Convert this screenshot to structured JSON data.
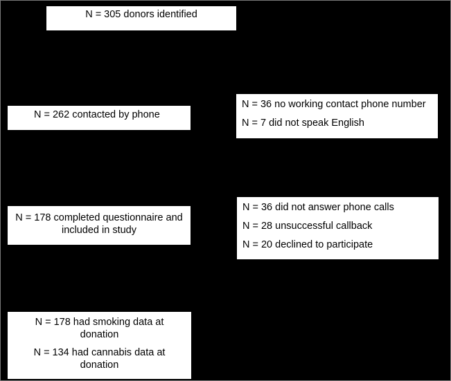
{
  "flowchart": {
    "donors_identified": "N = 305 donors identified",
    "contacted": "N = 262 contacted by phone",
    "excluded_first": [
      "N = 36 no working contact phone number",
      "N = 7 did not speak English"
    ],
    "completed": [
      "N = 178 completed questionnaire and",
      "included in study"
    ],
    "excluded_second": [
      "N = 36 did not answer phone calls",
      "N = 28 unsuccessful callback",
      "N = 20 declined to participate"
    ],
    "data_at_donation": [
      "N = 178 had smoking data at",
      "donation",
      "N = 134 had cannabis data at",
      "donation"
    ]
  }
}
